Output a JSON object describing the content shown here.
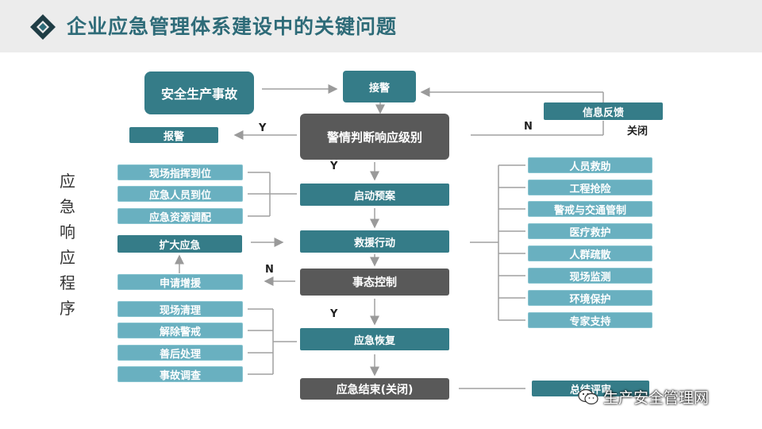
{
  "header": {
    "title": "企业应急管理体系建设中的关键问题"
  },
  "side_title": "应急响应程序",
  "boxes": {
    "accident": "安全生产事故",
    "receive": "接警",
    "feedback": "信息反馈",
    "report": "报警",
    "judge": "警情判断响应级别",
    "start_plan": "启动预案",
    "rescue": "救援行动",
    "control": "事态控制",
    "recovery": "应急恢复",
    "end": "应急结束(关闭)",
    "expand": "扩大应急",
    "request": "申请增援",
    "eval": "总结评审"
  },
  "labels": {
    "y1": "Y",
    "y2": "Y",
    "y3": "Y",
    "n1": "N",
    "n2": "N",
    "close": "关闭"
  },
  "left_top": [
    "现场指挥到位",
    "应急人员到位",
    "应急资源调配"
  ],
  "left_bottom": [
    "现场清理",
    "解除警戒",
    "善后处理",
    "事故调查"
  ],
  "right_actions": [
    "人员救助",
    "工程抢险",
    "警戒与交通管制",
    "医疗救护",
    "人群疏散",
    "现场监测",
    "环境保护",
    "专家支持"
  ],
  "watermark": "生产安全管理网",
  "colors": {
    "teal": "#357c88",
    "light": "#69b0c0",
    "dark": "#595959",
    "title": "#2e6b78"
  }
}
